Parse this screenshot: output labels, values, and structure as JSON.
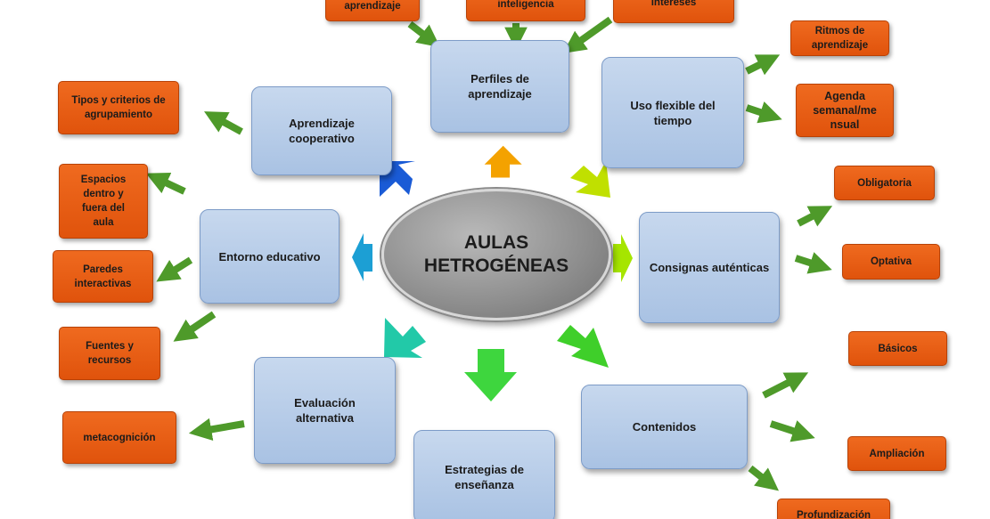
{
  "center": {
    "title": "AULAS\nHETROGÉNEAS"
  },
  "nodes": {
    "perfiles": "Perfiles de aprendizaje",
    "uso_tiempo": "Uso flexible del tiempo",
    "consignas": "Consignas auténticas",
    "contenidos": "Contenidos",
    "estrategias": "Estrategias de enseñanza",
    "evaluacion": "Evaluación alternativa",
    "entorno": "Entorno educativo",
    "cooperativo": "Aprendizaje cooperativo"
  },
  "leaves": {
    "aprendizaje_top": "aprendizaje",
    "inteligencia_top": "inteligencia",
    "intereses_top": "intereses",
    "ritmos": "Ritmos de aprendizaje",
    "agenda": "Agenda semanal/me nsual",
    "obligatoria": "Obligatoria",
    "optativa": "Optativa",
    "basicos": "Básicos",
    "ampliacion": "Ampliación",
    "profundizacion": "Profundización",
    "metacognicion": "metacognición",
    "fuentes": "Fuentes y recursos",
    "paredes": "Paredes interactivas",
    "espacios": "Espacios dentro y fuera del aula",
    "tipos": "Tipos y criterios de agrupamiento"
  },
  "colors": {
    "node_fill": "#b4cbe8",
    "leaf_fill": "#e85d14",
    "center_fill": "#9a9a9a",
    "connector_green": "#4e9a2a",
    "fat_arrows": [
      "#f4a200",
      "#c8e600",
      "#a6e500",
      "#3fcf2a",
      "#3ed63e",
      "#22c9a8",
      "#1c9fd4",
      "#1a5bd6"
    ]
  }
}
